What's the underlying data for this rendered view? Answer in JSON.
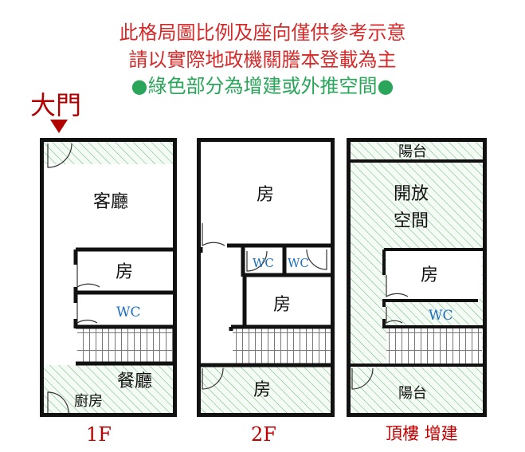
{
  "notes": {
    "line1": "此格局圖比例及座向僅供參考示意",
    "line2": "請以實際地政機關謄本登載為主",
    "line3": "●綠色部分為增建或外推空間●"
  },
  "entrance_label": "大門",
  "floors": {
    "f1": {
      "label": "1F",
      "living": "客廳",
      "room": "房",
      "wc": "WC",
      "dining": "餐廳",
      "kitchen": "廚房"
    },
    "f2": {
      "label": "2F",
      "room_top": "房",
      "wc1": "WC",
      "wc2": "WC",
      "room_mid": "房",
      "room_bottom": "房"
    },
    "roof": {
      "label": "頂樓 增建",
      "balcony_top": "陽台",
      "open_space_1": "開放",
      "open_space_2": "空間",
      "room": "房",
      "wc": "WC",
      "balcony_bottom": "陽台"
    }
  },
  "colors": {
    "red": "#d42a2a",
    "green": "#2aa55a",
    "hatch": "#5aa86a",
    "wc": "#1e6fc0"
  }
}
